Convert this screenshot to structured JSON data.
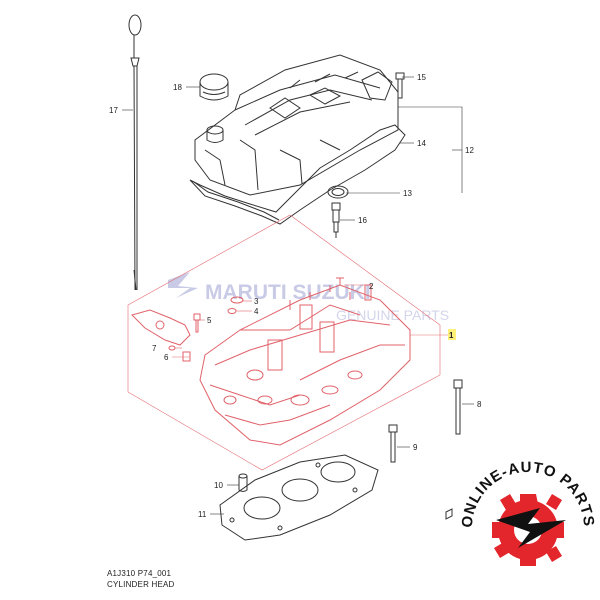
{
  "diagram": {
    "code": "A1J310 P74_001",
    "title": "CYLINDER HEAD",
    "callouts": [
      "1",
      "2",
      "3",
      "4",
      "5",
      "6",
      "7",
      "8",
      "9",
      "10",
      "11",
      "12",
      "13",
      "14",
      "15",
      "16",
      "17",
      "18"
    ],
    "highlighted_callout": "1"
  },
  "watermark": {
    "brand": "MARUTI SUZUKI",
    "sub": "GENUINE PARTS"
  },
  "badge": {
    "text": "ONLINE-AUTO PARTS"
  },
  "colors": {
    "callout_highlight": "#fff07a",
    "red_outline": "#e0626a",
    "badge_gear": "#e3262b",
    "badge_text": "#111111"
  }
}
